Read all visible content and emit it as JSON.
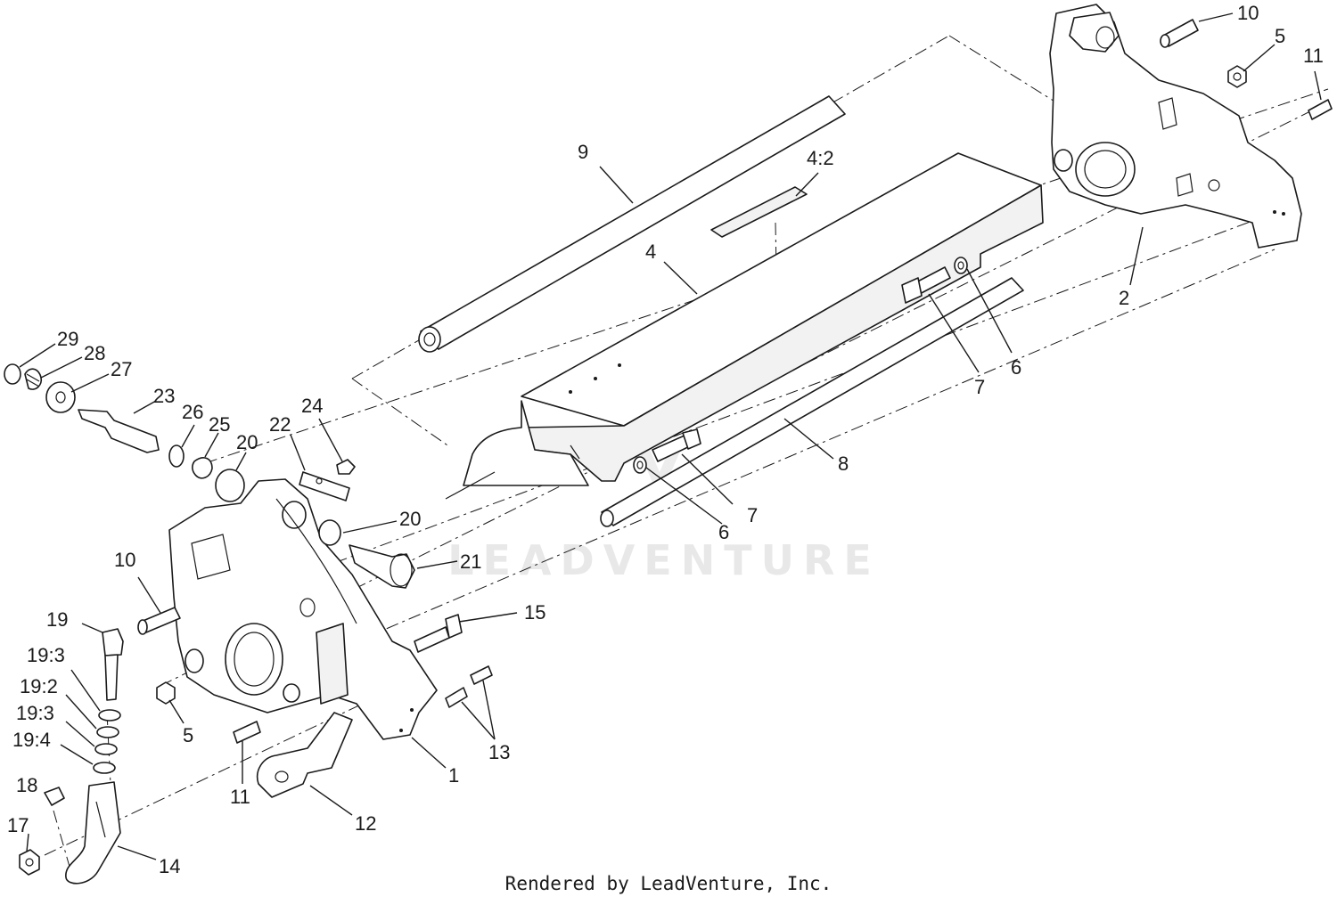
{
  "watermark": "LEADVENTURE",
  "footer": "Rendered by LeadVenture, Inc.",
  "callouts": [
    {
      "id": "c-10-top",
      "label": "10"
    },
    {
      "id": "c-5-top",
      "label": "5"
    },
    {
      "id": "c-11-top",
      "label": "11"
    },
    {
      "id": "c-9",
      "label": "9"
    },
    {
      "id": "c-4-2",
      "label": "4:2"
    },
    {
      "id": "c-4",
      "label": "4"
    },
    {
      "id": "c-2",
      "label": "2"
    },
    {
      "id": "c-7-right",
      "label": "7"
    },
    {
      "id": "c-6-right",
      "label": "6"
    },
    {
      "id": "c-29",
      "label": "29"
    },
    {
      "id": "c-28",
      "label": "28"
    },
    {
      "id": "c-27",
      "label": "27"
    },
    {
      "id": "c-23",
      "label": "23"
    },
    {
      "id": "c-26",
      "label": "26"
    },
    {
      "id": "c-25",
      "label": "25"
    },
    {
      "id": "c-20-top",
      "label": "20"
    },
    {
      "id": "c-22",
      "label": "22"
    },
    {
      "id": "c-24",
      "label": "24"
    },
    {
      "id": "c-8",
      "label": "8"
    },
    {
      "id": "c-7-mid",
      "label": "7"
    },
    {
      "id": "c-6-mid",
      "label": "6"
    },
    {
      "id": "c-20-mid",
      "label": "20"
    },
    {
      "id": "c-21",
      "label": "21"
    },
    {
      "id": "c-10-left",
      "label": "10"
    },
    {
      "id": "c-19",
      "label": "19"
    },
    {
      "id": "c-15",
      "label": "15"
    },
    {
      "id": "c-19-3a",
      "label": "19:3"
    },
    {
      "id": "c-19-2",
      "label": "19:2"
    },
    {
      "id": "c-19-3b",
      "label": "19:3"
    },
    {
      "id": "c-19-4",
      "label": "19:4"
    },
    {
      "id": "c-5-left",
      "label": "5"
    },
    {
      "id": "c-13",
      "label": "13"
    },
    {
      "id": "c-18",
      "label": "18"
    },
    {
      "id": "c-1",
      "label": "1"
    },
    {
      "id": "c-11-left",
      "label": "11"
    },
    {
      "id": "c-12",
      "label": "12"
    },
    {
      "id": "c-17",
      "label": "17"
    },
    {
      "id": "c-14",
      "label": "14"
    }
  ]
}
